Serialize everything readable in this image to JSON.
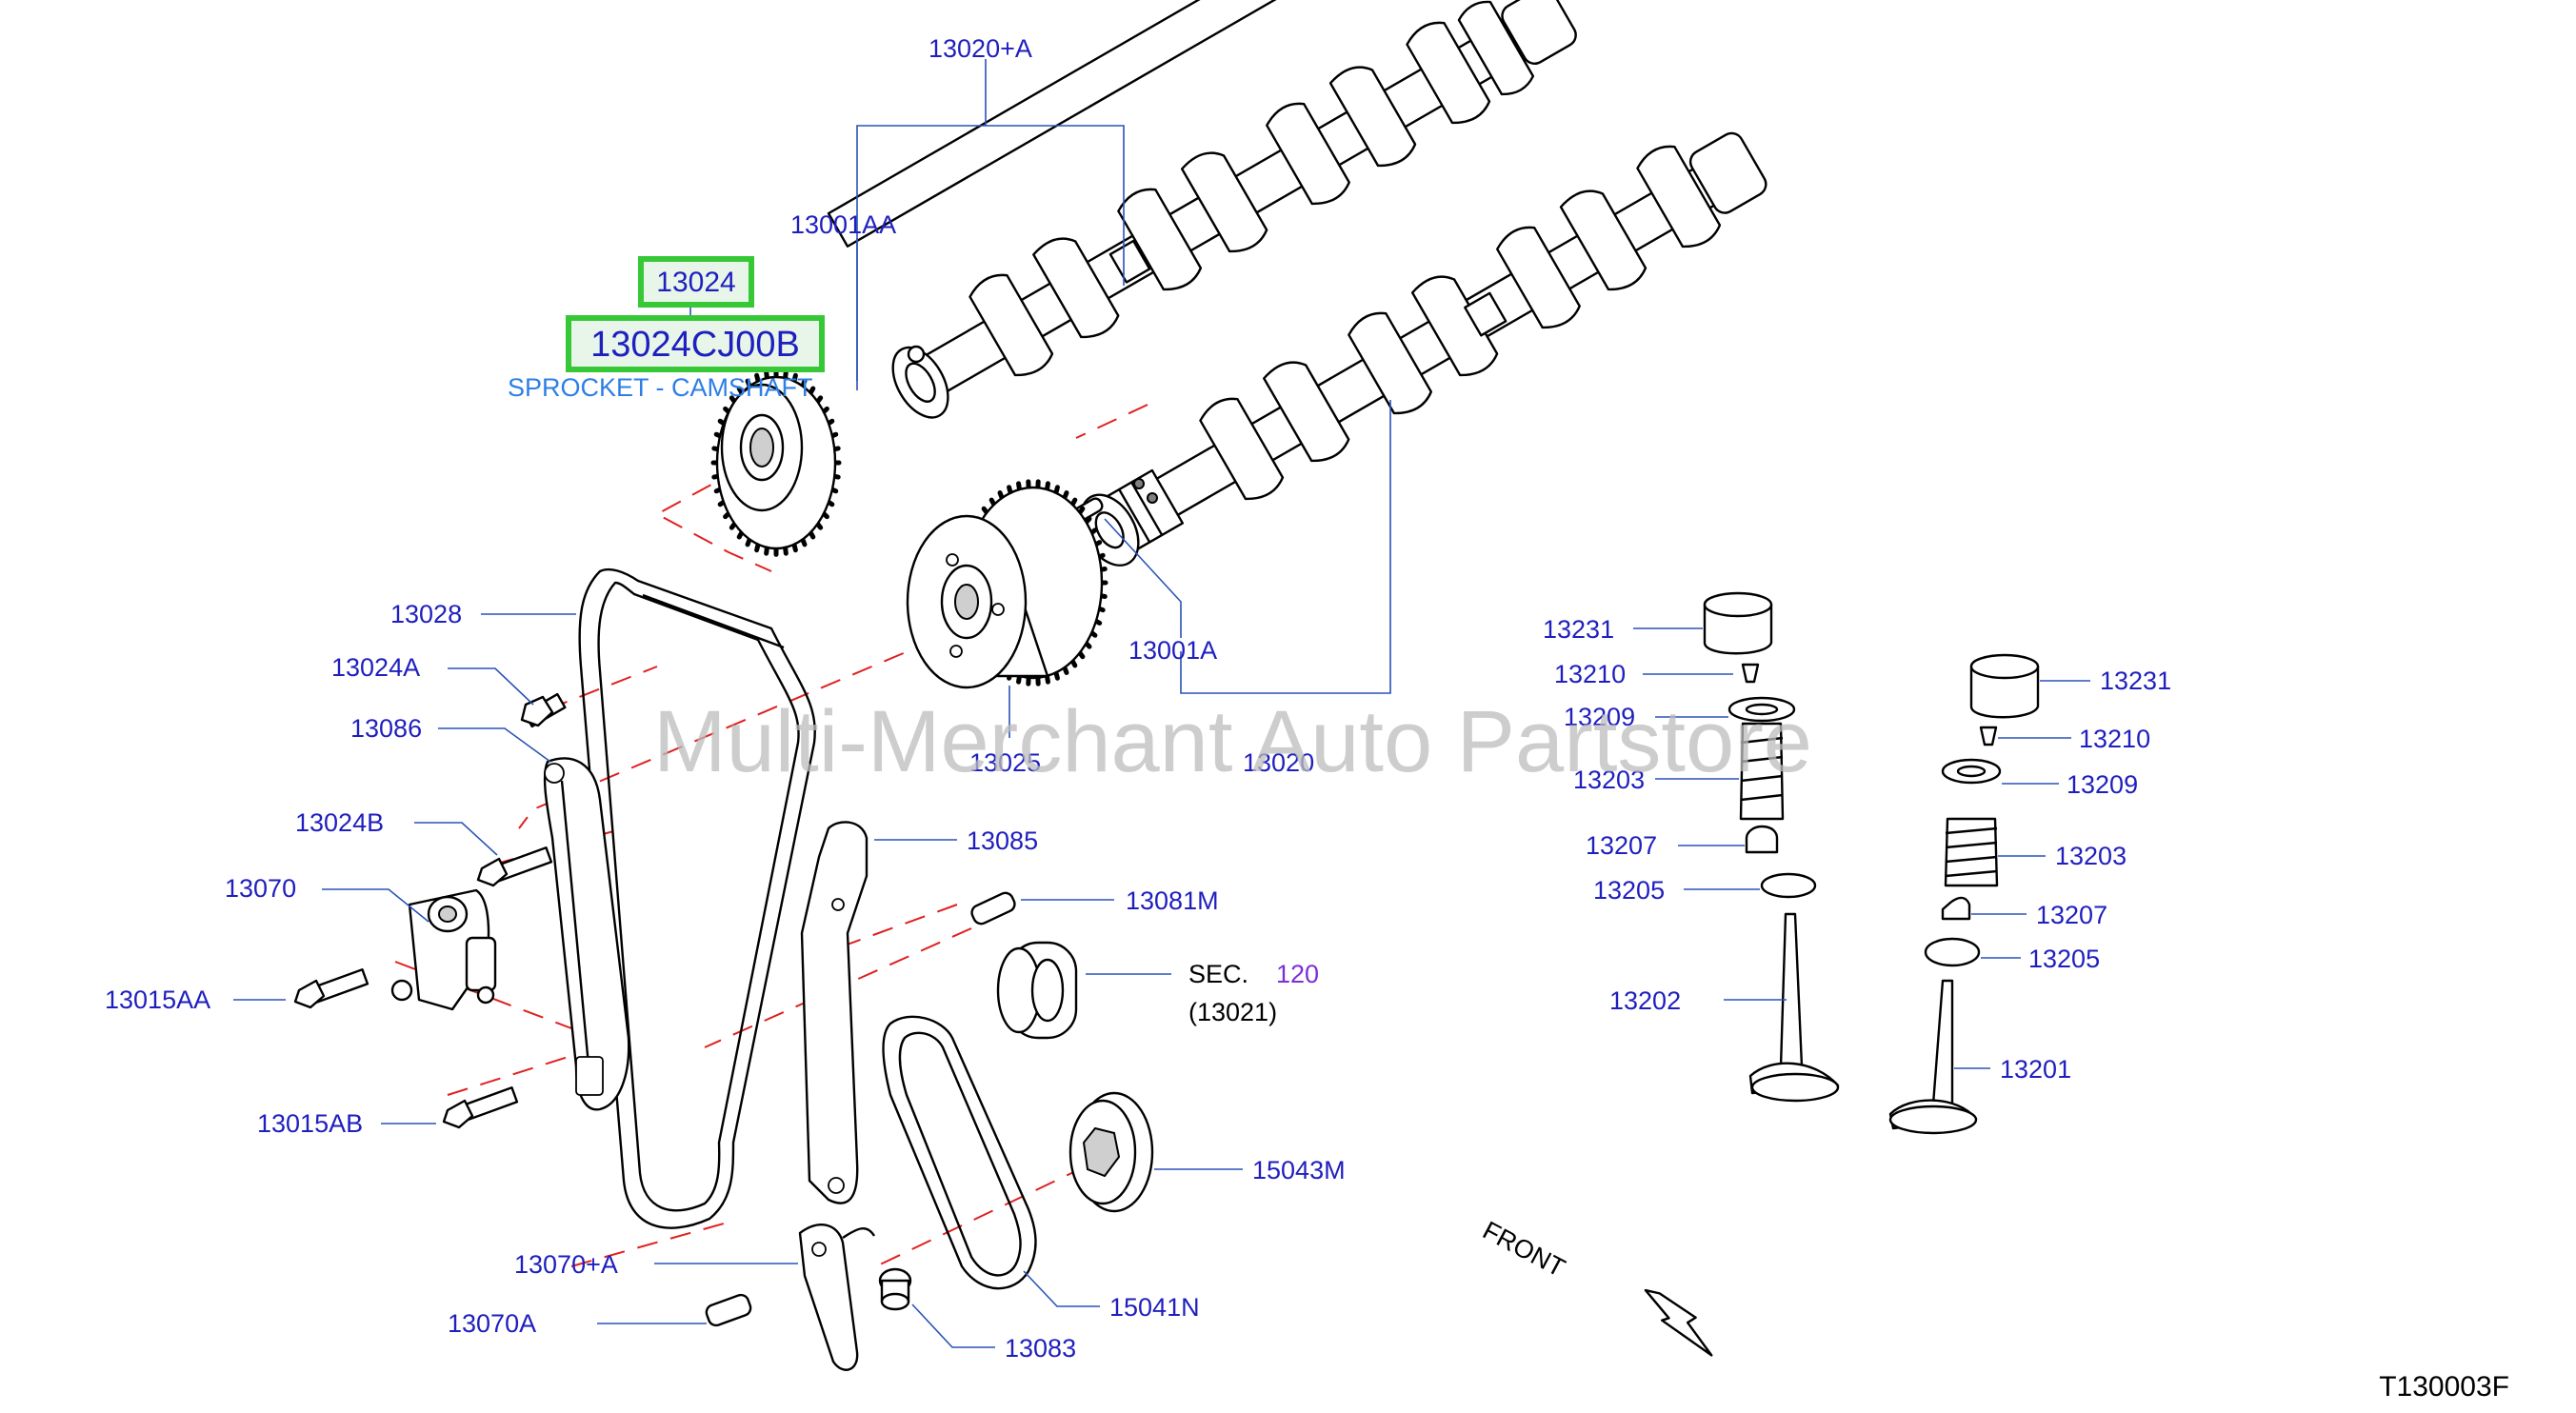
{
  "diagram_id": "T130003F",
  "watermark": "Multi-Merchant Auto Partstore",
  "front_label": "FRONT",
  "highlight": {
    "part_no": "13024",
    "full_part_no": "13024CJ00B",
    "description": "SPROCKET - CAMSHAFT"
  },
  "sec_reference": {
    "prefix": "SEC.",
    "section": "120",
    "sub": "(13021)"
  },
  "parts": [
    {
      "id": "13020+A",
      "label": "13020+A"
    },
    {
      "id": "13001AA",
      "label": "13001AA"
    },
    {
      "id": "13028",
      "label": "13028"
    },
    {
      "id": "13024A",
      "label": "13024A"
    },
    {
      "id": "13086",
      "label": "13086"
    },
    {
      "id": "13024B",
      "label": "13024B"
    },
    {
      "id": "13070",
      "label": "13070"
    },
    {
      "id": "13015AA",
      "label": "13015AA"
    },
    {
      "id": "13015AB",
      "label": "13015AB"
    },
    {
      "id": "13025",
      "label": "13025"
    },
    {
      "id": "13001A",
      "label": "13001A"
    },
    {
      "id": "13020",
      "label": "13020"
    },
    {
      "id": "13085",
      "label": "13085"
    },
    {
      "id": "13081M",
      "label": "13081M"
    },
    {
      "id": "15043M",
      "label": "15043M"
    },
    {
      "id": "13070+A",
      "label": "13070+A"
    },
    {
      "id": "13070A",
      "label": "13070A"
    },
    {
      "id": "13083",
      "label": "13083"
    },
    {
      "id": "15041N",
      "label": "15041N"
    },
    {
      "id": "13231-L",
      "label": "13231"
    },
    {
      "id": "13210-L",
      "label": "13210"
    },
    {
      "id": "13209-L",
      "label": "13209"
    },
    {
      "id": "13203-L",
      "label": "13203"
    },
    {
      "id": "13207-L",
      "label": "13207"
    },
    {
      "id": "13205-L",
      "label": "13205"
    },
    {
      "id": "13202",
      "label": "13202"
    },
    {
      "id": "13231-R",
      "label": "13231"
    },
    {
      "id": "13210-R",
      "label": "13210"
    },
    {
      "id": "13209-R",
      "label": "13209"
    },
    {
      "id": "13203-R",
      "label": "13203"
    },
    {
      "id": "13207-R",
      "label": "13207"
    },
    {
      "id": "13205-R",
      "label": "13205"
    },
    {
      "id": "13201",
      "label": "13201"
    }
  ],
  "colors": {
    "label": "#1f1fbf",
    "leader": "#2a52b8",
    "link": "#7b2fd9",
    "highlight_border": "#37c837",
    "highlight_fill": "#e8f6ea",
    "description": "#2d7fe6",
    "dash": "#e02020",
    "outline": "#000000"
  }
}
